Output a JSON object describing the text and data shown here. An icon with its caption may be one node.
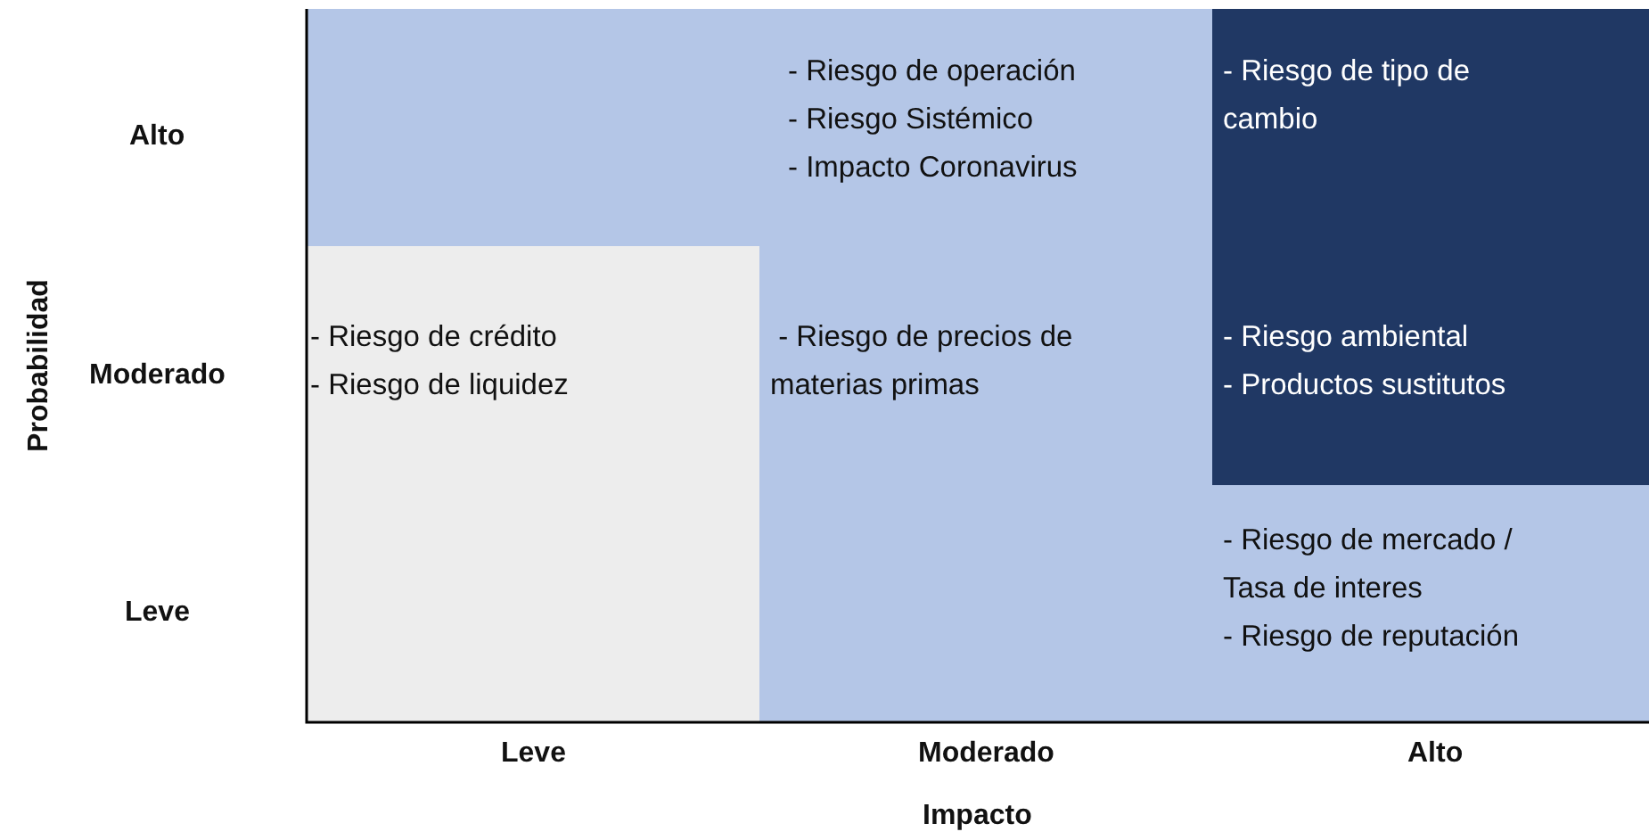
{
  "diagram": {
    "nodes": [
      {
        "text": [],
        "shape": "box"
      },
      {
        "text": [
          "- Riesgo de operación",
          "- Riesgo Sistémico",
          "- Impacto Coronavirus"
        ]
      },
      {
        "text": [
          "- Riesgo de tipo de cambio"
        ]
      },
      {
        "text": [
          "- Riesgo de crédito",
          "- Riesgo de liquidez"
        ]
      },
      {
        "text": [
          " - Riesgo de precios de materias primas"
        ]
      },
      {
        "text": [
          "- Riesgo ambiental",
          "- Productos sustitutos"
        ]
      },
      {
        "text": [],
        "shape": "box"
      },
      {
        "text": [],
        "shape": "box"
      },
      {
        "text": [
          "- Riesgo de mercado / Tasa de interes",
          "- Riesgo de reputación"
        ]
      }
    ],
    "edges": [],
    "labels": [
      "Alto",
      "Moderado",
      "Leve",
      "Probabilidad",
      "Leve",
      "Moderado",
      "Alto",
      "Impacto"
    ]
  }
}
